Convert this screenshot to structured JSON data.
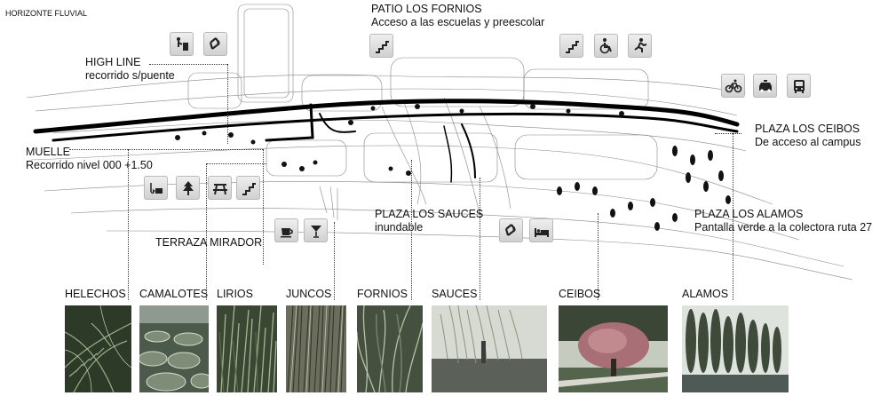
{
  "title": "HORIZONTE FLUVIAL",
  "annotations": {
    "patio": {
      "title": "PATIO LOS FORNIOS",
      "subtitle": "Acceso a las escuelas y preescolar"
    },
    "highline": {
      "title": "HIGH LINE",
      "subtitle": "recorrido s/puente"
    },
    "muelle": {
      "title": "MUELLE",
      "subtitle": "Recorrido nivel 000 +1.50"
    },
    "terraza": {
      "title": "TERRAZA MIRADOR"
    },
    "sauces": {
      "title": "PLAZA LOS SAUCES",
      "subtitle": "inundable"
    },
    "ceibos": {
      "title": "PLAZA  LOS CEIBOS",
      "subtitle": "De acceso al campus"
    },
    "alamos": {
      "title": "PLAZA LOS ALAMOS",
      "subtitle": "Pantalla verde a la colectora ruta 27"
    }
  },
  "icons": [
    {
      "name": "trash-bin-icon"
    },
    {
      "name": "recycle-icon"
    },
    {
      "name": "stairs-icon"
    },
    {
      "name": "stairs-icon"
    },
    {
      "name": "wheelchair-icon"
    },
    {
      "name": "emergency-exit-icon"
    },
    {
      "name": "bicycle-icon"
    },
    {
      "name": "taxi-icon"
    },
    {
      "name": "bus-icon"
    },
    {
      "name": "fishing-icon"
    },
    {
      "name": "tree-icon"
    },
    {
      "name": "picnic-table-icon"
    },
    {
      "name": "stairs-icon"
    },
    {
      "name": "coffee-cup-icon"
    },
    {
      "name": "cocktail-icon"
    },
    {
      "name": "recycle-icon"
    },
    {
      "name": "bed-icon"
    }
  ],
  "plants": [
    {
      "label": "HELECHOS"
    },
    {
      "label": "CAMALOTES"
    },
    {
      "label": "LIRIOS"
    },
    {
      "label": "JUNCOS"
    },
    {
      "label": "FORNIOS"
    },
    {
      "label": "SAUCES"
    },
    {
      "label": "CEIBOS"
    },
    {
      "label": "ALAMOS"
    }
  ]
}
